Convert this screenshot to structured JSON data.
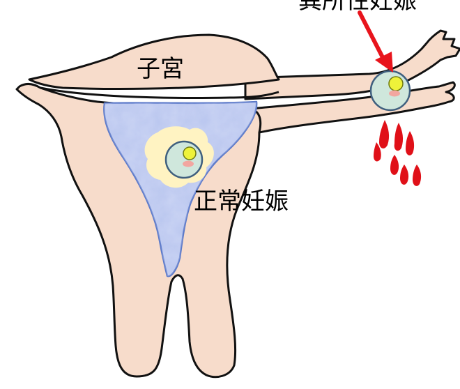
{
  "labels": {
    "uterus": "子宮",
    "normal_pregnancy": "正常妊娠",
    "ectopic_pregnancy": "異所性妊娠"
  },
  "colors": {
    "tissue": "#f7dccb",
    "outline": "#111111",
    "lining": "#b9c6ee",
    "gestational_sac": "#fff3c2",
    "embryo_sac": "#cfe7dc",
    "yolk": "#eef23a",
    "embryo": "#f2a6a0",
    "arrow": "#e8141c",
    "bleeding": "#e01018"
  }
}
